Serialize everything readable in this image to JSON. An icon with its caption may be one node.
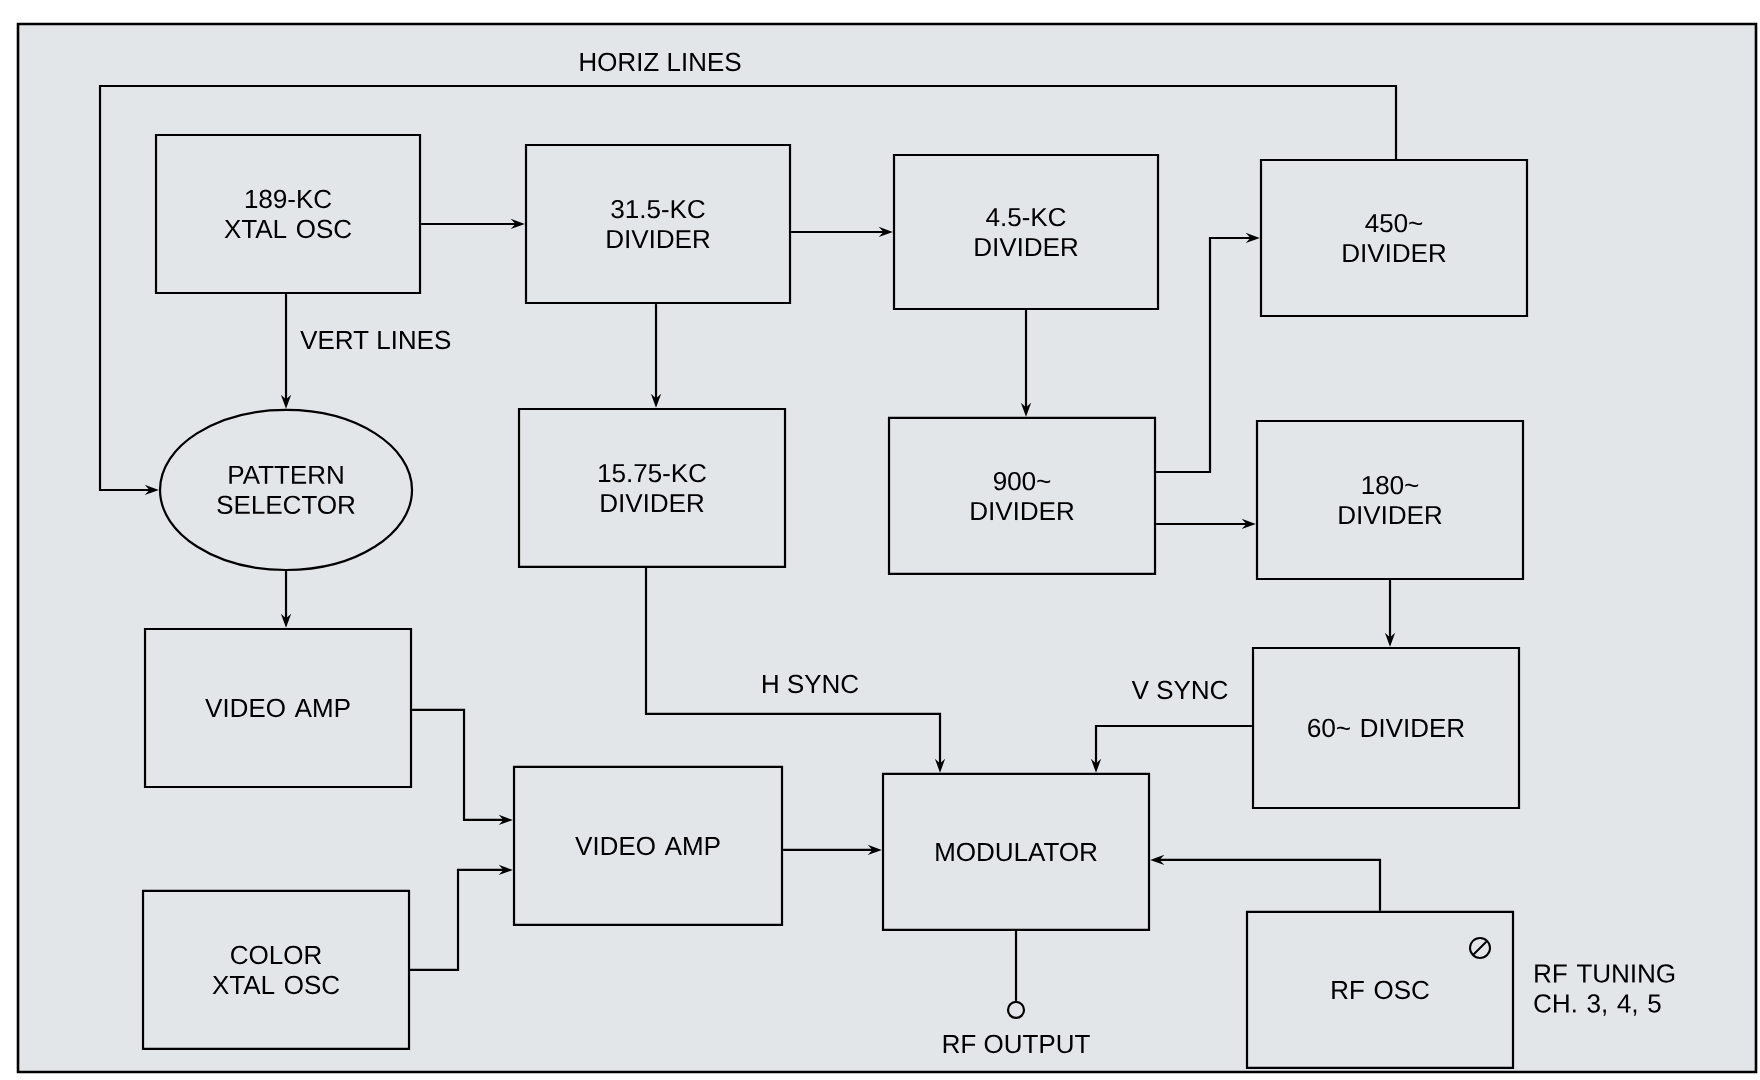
{
  "diagram": {
    "nodes": [
      {
        "text": [
          "189-KC XTAL OSC"
        ]
      },
      {
        "text": [
          "31.5-KC DIVIDER"
        ]
      },
      {
        "text": [
          "4.5-KC DIVIDER"
        ]
      },
      {
        "text": [
          "450~ DIVIDER"
        ]
      },
      {
        "text": [
          "PATTERN SELECTOR"
        ]
      },
      {
        "text": [
          "15.75-KC DIVIDER"
        ]
      },
      {
        "text": [
          "900~ DIVIDER"
        ]
      },
      {
        "text": [
          "180~ DIVIDER"
        ]
      },
      {
        "text": [
          "VIDEO AMP"
        ]
      },
      {
        "text": [
          "60~ DIVIDER"
        ]
      },
      {
        "text": [
          "VIDEO AMP"
        ]
      },
      {
        "text": [
          "MODULATOR"
        ]
      },
      {
        "text": [
          "COLOR XTAL OSC"
        ]
      },
      {
        "text": [
          "RF OSC"
        ],
        "beside": [
          "RF TUNING CH. 3, 4, 5"
        ]
      },
      {
        "text": [],
        "shape": "circle",
        "beside": [
          "RF OUTPUT"
        ]
      }
    ],
    "edges": [
      {
        "from": 0,
        "to": 1,
        "arrow": "to"
      },
      {
        "from": 1,
        "to": 2,
        "arrow": "to"
      },
      {
        "from": 2,
        "to": 6,
        "arrow": "to"
      },
      {
        "from": 6,
        "to": 3,
        "arrow": "to"
      },
      {
        "from": 6,
        "to": 7,
        "arrow": "to"
      },
      {
        "from": 7,
        "to": 9,
        "arrow": "to"
      },
      {
        "from": 9,
        "to": 11,
        "arrow": "to",
        "label": "V SYNC"
      },
      {
        "from": 5,
        "to": 11,
        "arrow": "to",
        "label": "H SYNC"
      },
      {
        "from": 1,
        "to": 5,
        "arrow": "to"
      },
      {
        "from": 0,
        "to": 4,
        "arrow": "to",
        "label": "VERT LINES"
      },
      {
        "from": 3,
        "to": 4,
        "arrow": "to",
        "label": "HORIZ LINES"
      },
      {
        "from": 4,
        "to": 8,
        "arrow": "to"
      },
      {
        "from": 8,
        "to": 10,
        "arrow": "to"
      },
      {
        "from": 12,
        "to": 10,
        "arrow": "to"
      },
      {
        "from": 10,
        "to": 11,
        "arrow": "to"
      },
      {
        "from": 13,
        "to": 11,
        "arrow": "to"
      },
      {
        "from": 11,
        "to": 14,
        "arrow": "none"
      }
    ]
  }
}
